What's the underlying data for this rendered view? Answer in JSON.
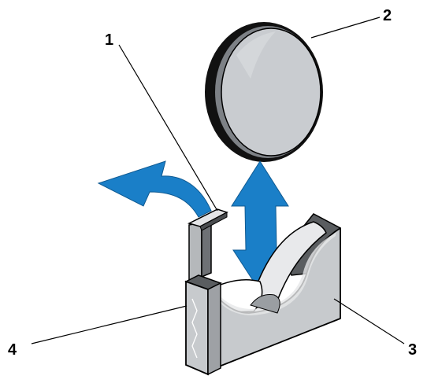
{
  "callouts": [
    {
      "id": "1",
      "label": "1"
    },
    {
      "id": "2",
      "label": "2"
    },
    {
      "id": "3",
      "label": "3"
    },
    {
      "id": "4",
      "label": "4"
    }
  ],
  "colors": {
    "arrow": "#1a7fc8",
    "battery_face": "#c9ccd0",
    "battery_rim": "#111111",
    "socket_fill": "#c7cacd",
    "socket_dark": "#5a5d60",
    "socket_edge": "#2a2a2a",
    "outline": "#000000"
  }
}
